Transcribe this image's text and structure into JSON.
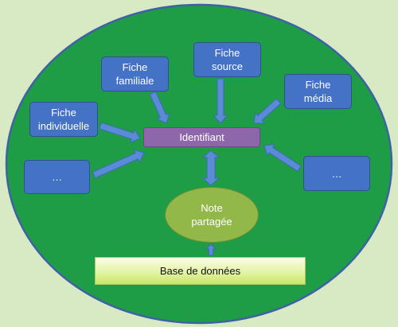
{
  "diagram": {
    "colors": {
      "background": "#d7eac4",
      "ellipse_fill": "#1e9c46",
      "ellipse_stroke": "#3f62a6",
      "box_fill": "#4472c4",
      "identifier_fill": "#8e67aa",
      "note_fill": "#92b84a",
      "arrow_fill": "#5b8ad6"
    },
    "nodes": {
      "fiche_familiale": "Fiche\nfamiliale",
      "fiche_source": "Fiche\nsource",
      "fiche_media": "Fiche\nmédia",
      "fiche_individuelle": "Fiche\nindividuelle",
      "left_ellipsis": "…",
      "right_ellipsis": "…",
      "identifiant": "Identifiant",
      "note_partagee": "Note\npartagée",
      "base_de_donnees": "Base de données"
    },
    "edges": [
      {
        "from": "fiche_familiale",
        "to": "identifiant",
        "direction": "one-way"
      },
      {
        "from": "fiche_source",
        "to": "identifiant",
        "direction": "one-way"
      },
      {
        "from": "fiche_media",
        "to": "identifiant",
        "direction": "one-way"
      },
      {
        "from": "fiche_individuelle",
        "to": "identifiant",
        "direction": "one-way"
      },
      {
        "from": "left_ellipsis",
        "to": "identifiant",
        "direction": "one-way"
      },
      {
        "from": "right_ellipsis",
        "to": "identifiant",
        "direction": "one-way"
      },
      {
        "from": "identifiant",
        "to": "note_partagee",
        "direction": "two-way"
      },
      {
        "from": "base_de_donnees",
        "to": "note_partagee",
        "direction": "one-way"
      }
    ]
  }
}
